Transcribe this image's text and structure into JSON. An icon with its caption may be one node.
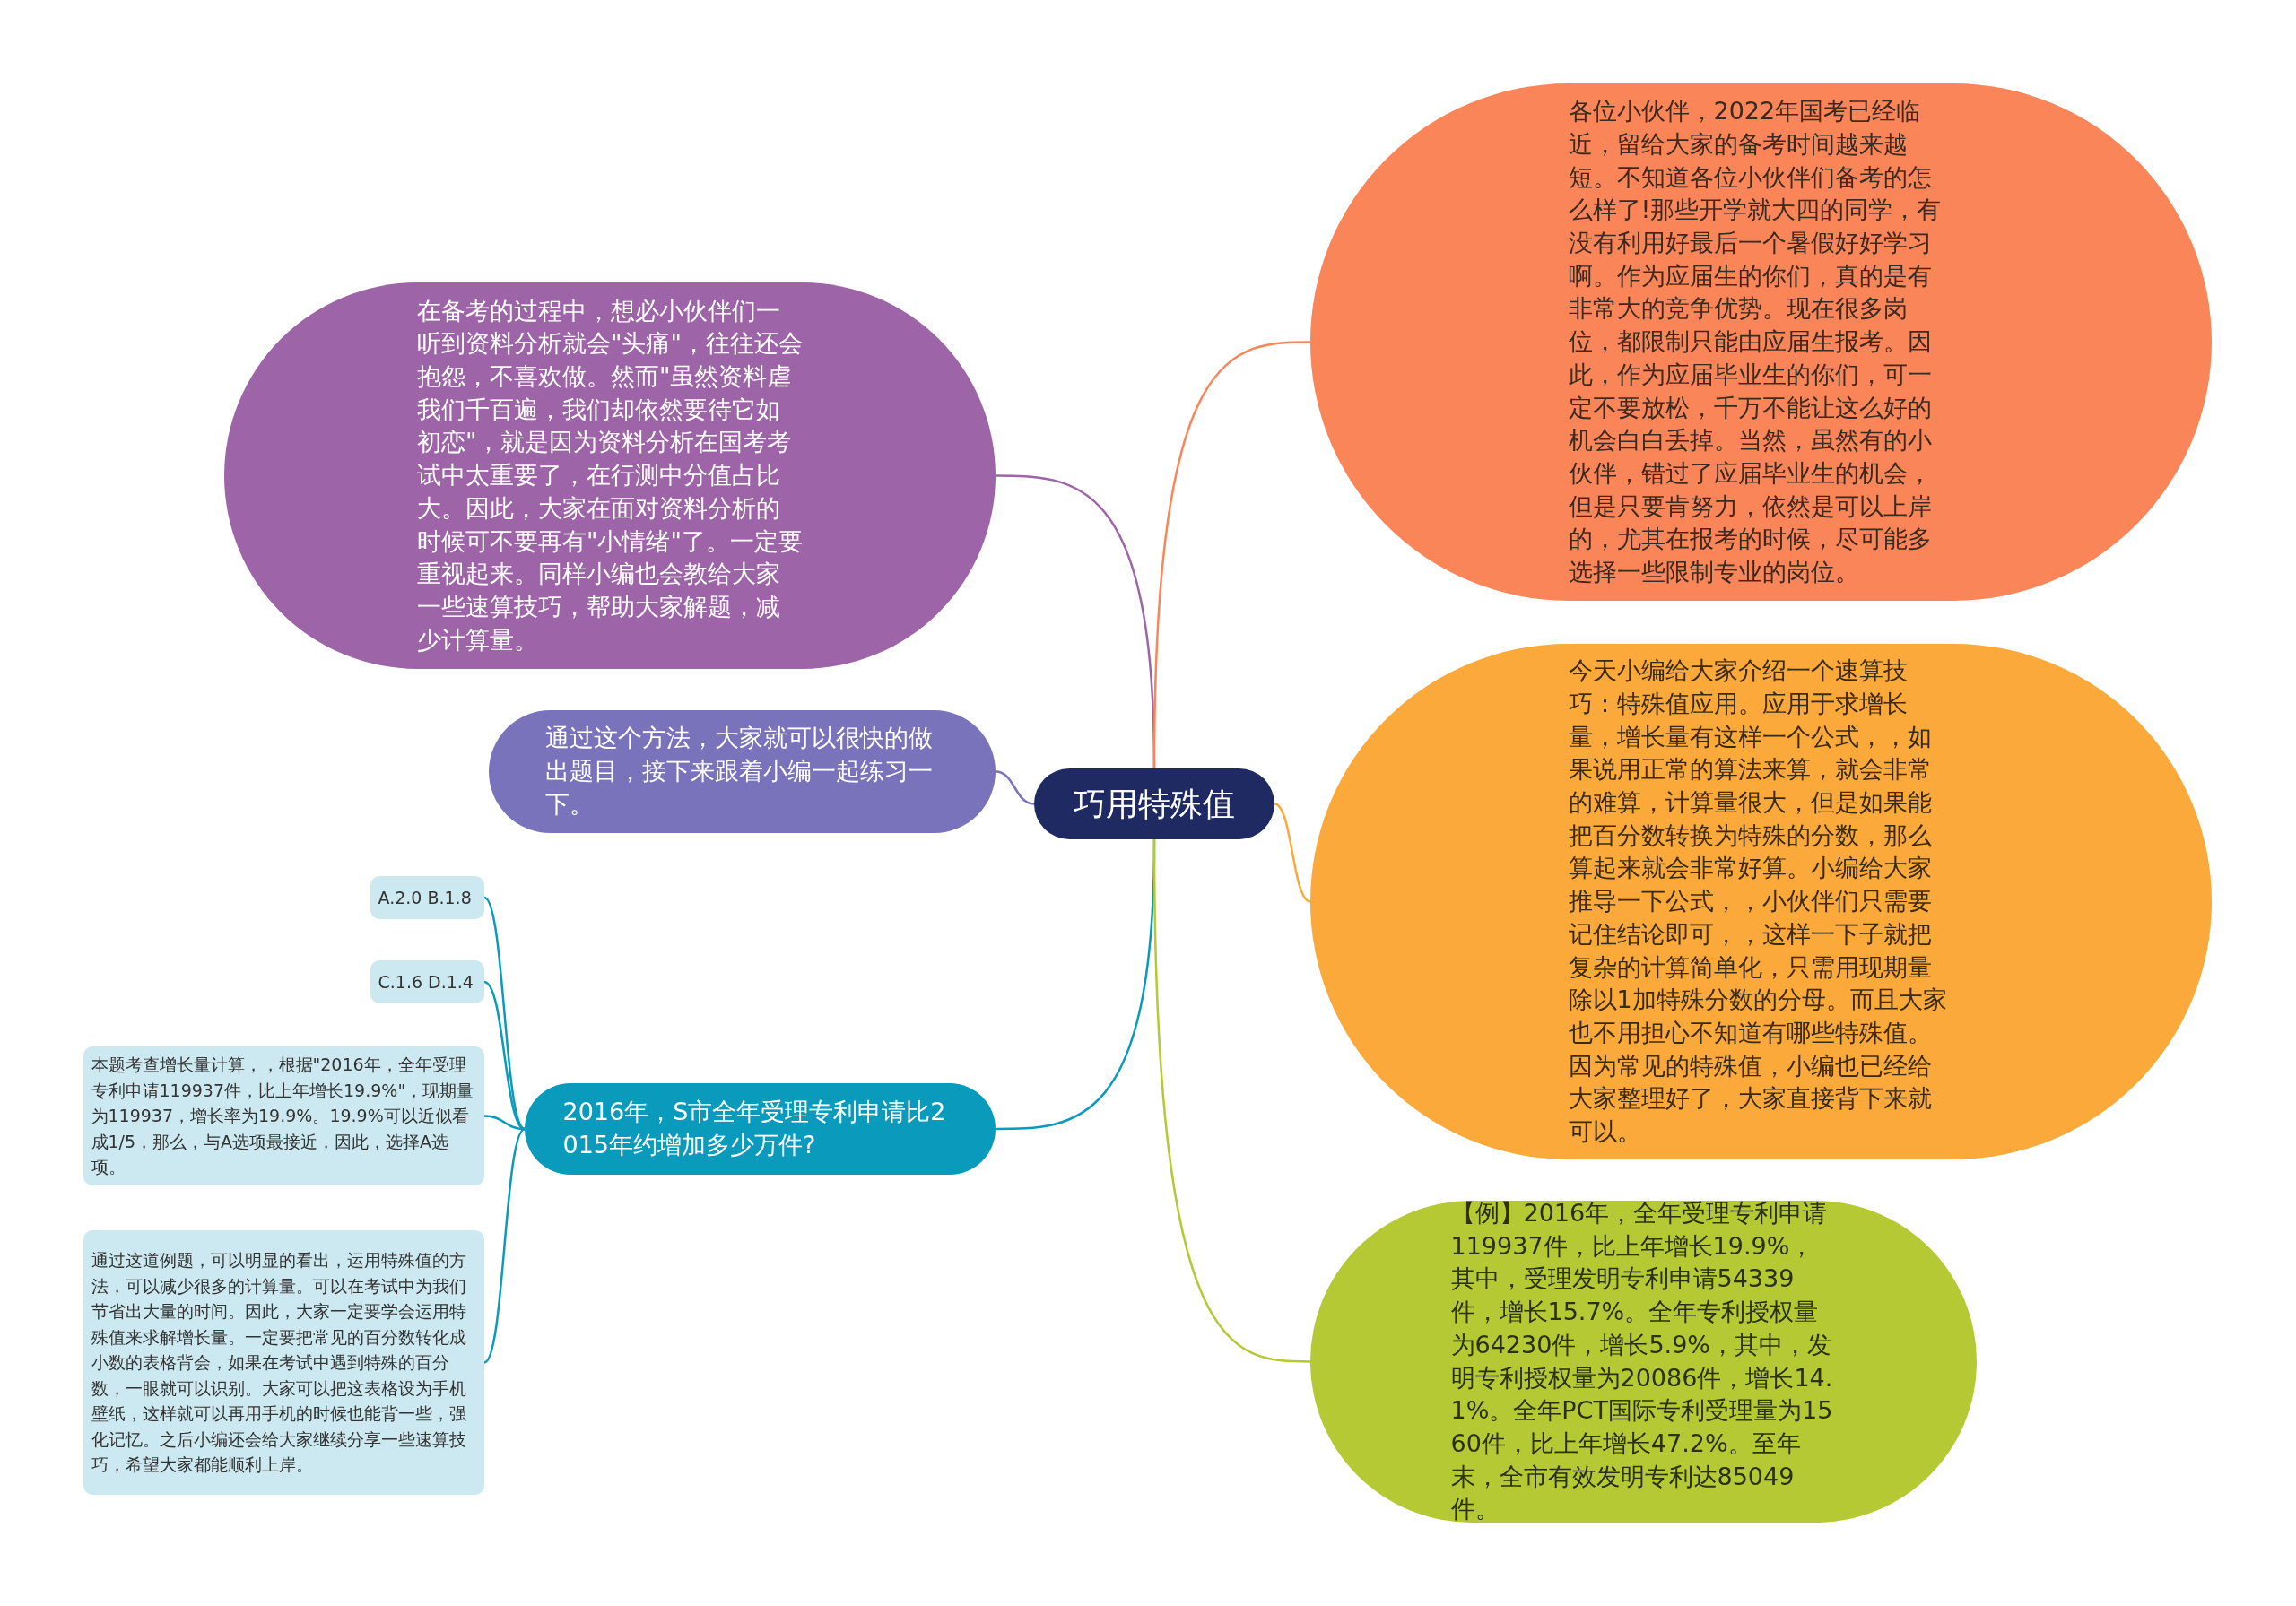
{
  "diagram": {
    "nodes": [
      {
        "text": [
          "巧用特殊值"
        ]
      },
      {
        "text": [
          "在备考的过程中，想必小伙伴们一听到资料分析就会\"头痛\"，往往还会抱怨，不喜欢做。然而\"虽然资料虐我们千百遍，我们却依然要待它如初恋\"，就是因为资料分析在国考考试中太重要了，在行测中分值占比大。因此，大家在面对资料分析的时候可不要再有\"小情绪\"了。一定要重视起来。同样小编也会教给大家一些速算技巧，帮助大家解题，减少计算量。"
        ]
      },
      {
        "text": [
          "通过这个方法，大家就可以很快的做出题目，接下来跟着小编一起练习一下。"
        ]
      },
      {
        "text": [
          "2016年，S市全年受理专利申请比2015年约增加多少万件?"
        ]
      },
      {
        "text": [
          "A.2.0 B.1.8"
        ]
      },
      {
        "text": [
          "C.1.6 D.1.4"
        ]
      },
      {
        "text": [
          "本题考查增长量计算，，根据\"2016年，全年受理专利申请119937件，比上年增长19.9%\"，现期量为119937，增长率为19.9%。19.9%可以近似看成1/5，那么，与A选项最接近，因此，选择A选项。"
        ]
      },
      {
        "text": [
          "通过这道例题，可以明显的看出，运用特殊值的方法，可以减少很多的计算量。可以在考试中为我们节省出大量的时间。因此，大家一定要学会运用特殊值来求解增长量。一定要把常见的百分数转化成小数的表格背会，如果在考试中遇到特殊的百分数，一眼就可以识别。大家可以把这表格设为手机壁纸，这样就可以再用手机的时候也能背一些，强化记忆。之后小编还会给大家继续分享一些速算技巧，希望大家都能顺利上岸。"
        ]
      },
      {
        "text": [
          "各位小伙伴，2022年国考已经临近，留给大家的备考时间越来越短。不知道各位小伙伴们备考的怎么样了!那些开学就大四的同学，有没有利用好最后一个暑假好好学习啊。作为应届生的你们，真的是有非常大的竞争优势。现在很多岗位，都限制只能由应届生报考。因此，作为应届毕业生的你们，可一定不要放松，千万不能让这么好的机会白白丢掉。当然，虽然有的小伙伴，错过了应届毕业生的机会，但是只要肯努力，依然是可以上岸的，尤其在报考的时候，尽可能多选择一些限制专业的岗位。"
        ]
      },
      {
        "text": [
          "今天小编给大家介绍一个速算技巧：特殊值应用。应用于求增长量，增长量有这样一个公式，，如果说用正常的算法来算，就会非常的难算，计算量很大，但是如果能把百分数转换为特殊的分数，那么算起来就会非常好算。小编给大家推导一下公式，，小伙伴们只需要记住结论即可，，这样一下子就把复杂的计算简单化，只需用现期量除以1加特殊分数的分母。而且大家也不用担心不知道有哪些特殊值。因为常见的特殊值，小编也已经给大家整理好了，大家直接背下来就可以。"
        ]
      },
      {
        "text": [
          "【例】2016年，全年受理专利申请119937件，比上年增长19.9%，其中，受理发明专利申请54339件，增长15.7%。全年专利授权量为64230件，增长5.9%，其中，发明专利授权量为20086件，增长14.1%。全年PCT国际专利受理量为1560件，比上年增长47.2%。至年末，全市有效发明专利达85049件。"
        ]
      }
    ],
    "edges": [
      {
        "from": 0,
        "to": 1,
        "arrow": "none",
        "color": "#9e64a8"
      },
      {
        "from": 0,
        "to": 2,
        "arrow": "none",
        "color": "#7873bb"
      },
      {
        "from": 0,
        "to": 3,
        "arrow": "none"
      },
      {
        "from": 3,
        "to": 4,
        "arrow": "none"
      },
      {
        "from": 3,
        "to": 5,
        "arrow": "none"
      },
      {
        "from": 3,
        "to": 6,
        "arrow": "none"
      },
      {
        "from": 3,
        "to": 7,
        "arrow": "none"
      },
      {
        "from": 0,
        "to": 8,
        "arrow": "none",
        "color": "#f98559"
      },
      {
        "from": 0,
        "to": 9,
        "arrow": "none",
        "color": "#fba93a"
      },
      {
        "from": 0,
        "to": 10,
        "arrow": "none",
        "color": "#b5c934"
      }
    ]
  }
}
